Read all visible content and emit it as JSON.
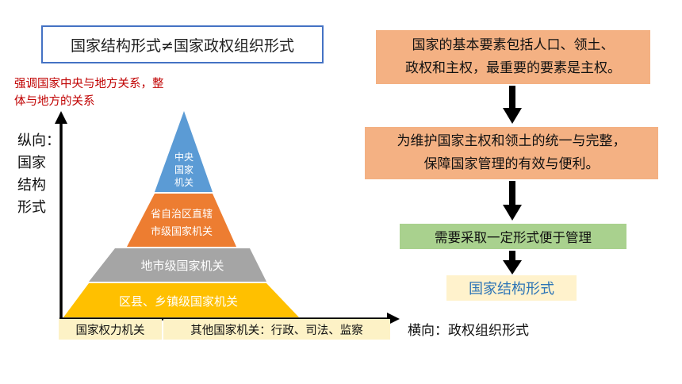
{
  "title": "国家结构形式≠国家政权组织形式",
  "emphasis_note": "强调国家中央与地方关系，整体与地方的关系",
  "vertical_axis_label": [
    "纵向：",
    "国家",
    "结构",
    "形式"
  ],
  "horizontal_axis_label": "横向：政权组织形式",
  "pyramid": {
    "levels": [
      {
        "label_lines": [
          "中央",
          "国家",
          "机关"
        ],
        "color": "#5b9bd5"
      },
      {
        "label_lines": [
          "省自治区直辖",
          "市级国家机关"
        ],
        "color": "#ed7d31"
      },
      {
        "label_lines": [
          "地市级国家机关"
        ],
        "color": "#a5a5a5"
      },
      {
        "label_lines": [
          "区县、乡镇级国家机关"
        ],
        "color": "#ffc000"
      }
    ]
  },
  "bottom_labels": {
    "power_organs": "国家权力机关",
    "other_organs": "其他国家机关：行政、司法、监察"
  },
  "flow": {
    "step1": [
      "国家的基本要素包括人口、领土、",
      "政权和主权，最重要的要素是主权。"
    ],
    "step2": [
      "为维护国家主权和领土的统一与完整，",
      "保障国家管理的有效与便利。"
    ],
    "step3": "需要采取一定形式便于管理",
    "step4": "国家结构形式"
  },
  "colors": {
    "orange_box": "#f4b183",
    "green_box": "#a9d18e",
    "yellow_box": "#fff2cc",
    "blue_text": "#2e75b6",
    "red_text": "#c00000"
  }
}
